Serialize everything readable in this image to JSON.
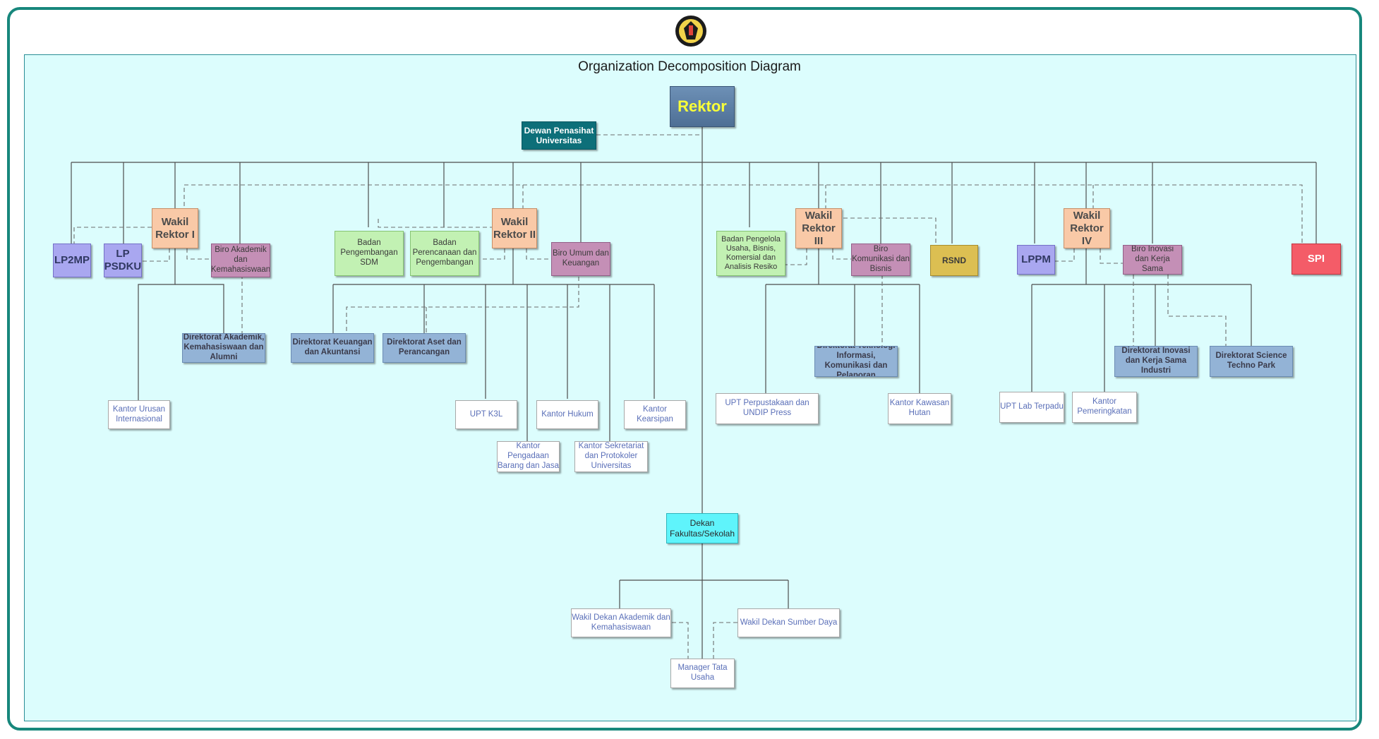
{
  "diagram": {
    "title": "Organization Decomposition Diagram",
    "logo_label": "UNIVERSITAS DIPONEGORO",
    "colors": {
      "frame": "#17877c",
      "canvas": "#dcfdfd",
      "solid_line": "#4d4d4d",
      "dashed_line": "#6d6d6d"
    }
  },
  "nodes": {
    "rektor": "Rektor",
    "dewan": "Dewan Penasihat Universitas",
    "lp2mp": "LP2MP",
    "lp_psdku": "LP PSDKU",
    "wr1": "Wakil Rektor I",
    "biro_akademik": "Biro Akademik dan Kemahasiswaan",
    "dir_akademik": "Direktorat Akademik, Kemahasiswaan dan Alumni",
    "kantor_internasional": "Kantor Urusan Internasional",
    "badan_sdm": "Badan Pengembangan SDM",
    "badan_perencanaan": "Badan Perencanaan dan Pengembangan",
    "wr2": "Wakil Rektor II",
    "biro_umum": "Biro Umum dan Keuangan",
    "dir_keuangan": "Direktorat Keuangan dan Akuntansi",
    "dir_aset": "Direktorat Aset dan Perancangan",
    "upt_k3l": "UPT K3L",
    "kantor_pengadaan": "Kantor Pengadaan Barang dan Jasa",
    "kantor_hukum": "Kantor Hukum",
    "kantor_sekretariat": "Kantor Sekretariat dan Protokoler Universitas",
    "kantor_kearsipan": "Kantor Kearsipan",
    "badan_usaha": "Badan Pengelola Usaha, Bisnis, Komersial dan Analisis Resiko",
    "wr3": "Wakil Rektor III",
    "biro_komunikasi": "Biro Komunikasi dan Bisnis",
    "rsnd": "RSND",
    "dir_ti": "Direktorat Teknologi Informasi, Komunikasi dan Pelaporan",
    "upt_perpustakaan": "UPT Perpustakaan dan UNDIP Press",
    "kantor_hutan": "Kantor Kawasan Hutan",
    "lppm": "LPPM",
    "wr4": "Wakil Rektor IV",
    "biro_inovasi": "Biro Inovasi dan Kerja Sama",
    "spi": "SPI",
    "dir_inovasi": "Direktorat Inovasi dan Kerja Sama Industri",
    "dir_science": "Direktorat Science Techno Park",
    "upt_lab": "UPT Lab Terpadu",
    "kantor_peringkatan": "Kantor Pemeringkatan",
    "dekan": "Dekan Fakultas/Sekolah",
    "wd_akademik": "Wakil Dekan Akademik dan Kemahasiswaan",
    "wd_sumber_daya": "Wakil Dekan Sumber Daya",
    "manager_tu": "Manager Tata Usaha"
  }
}
